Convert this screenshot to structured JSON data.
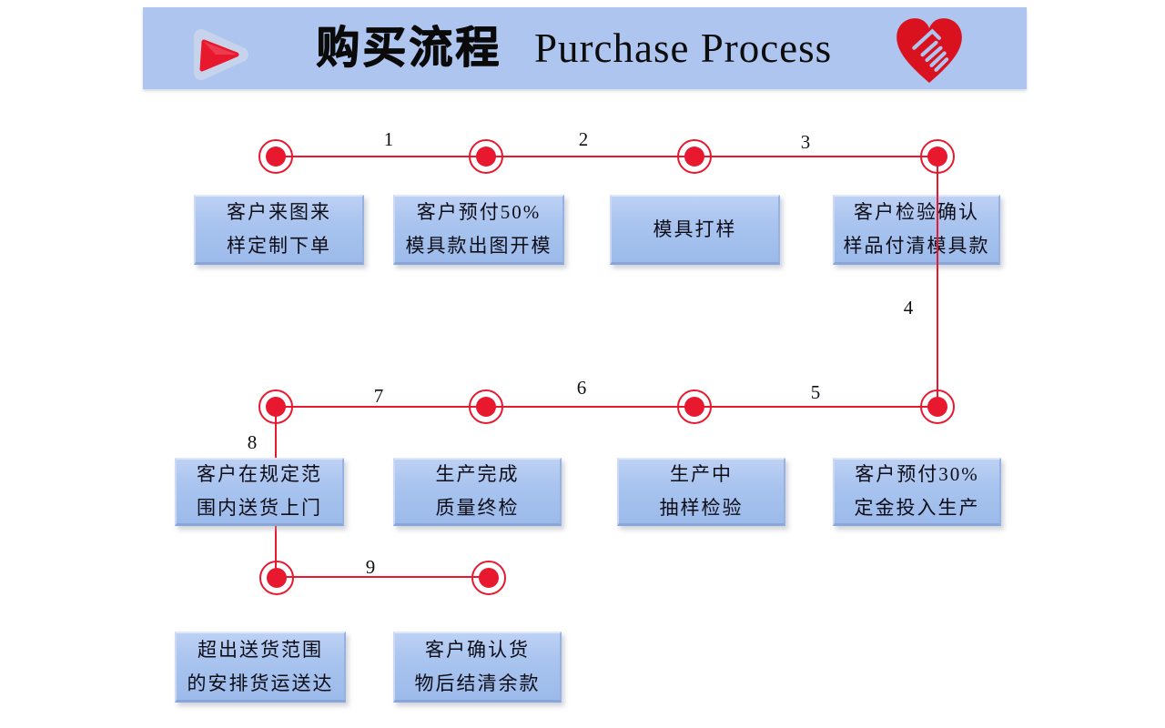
{
  "header": {
    "title_cn": "购买流程",
    "title_en": "Purchase Process",
    "icons": [
      "play-icon",
      "heart-handshake-icon"
    ]
  },
  "colors": {
    "accent_red": "#e8192f",
    "header_blue": "#aec5f0",
    "box_blue": "#a9c4ef",
    "text_dark": "#0d0d18"
  },
  "flow": {
    "segment_labels": [
      "1",
      "2",
      "3",
      "4",
      "5",
      "6",
      "7",
      "8",
      "9"
    ],
    "boxes": [
      {
        "line1": "客户来图来",
        "line2": "样定制下单"
      },
      {
        "line1": "客户预付50%",
        "line2": "模具款出图开模"
      },
      {
        "line1": "模具打样"
      },
      {
        "line1": "客户检验确认",
        "line2": "样品付清模具款"
      },
      {
        "line1": "客户在规定范",
        "line2": "围内送货上门"
      },
      {
        "line1": "生产完成",
        "line2": "质量终检"
      },
      {
        "line1": "生产中",
        "line2": "抽样检验"
      },
      {
        "line1": "客户预付30%",
        "line2": "定金投入生产"
      },
      {
        "line1": "超出送货范围",
        "line2": "的安排货运送达"
      },
      {
        "line1": "客户确认货",
        "line2": "物后结清余款"
      }
    ]
  }
}
